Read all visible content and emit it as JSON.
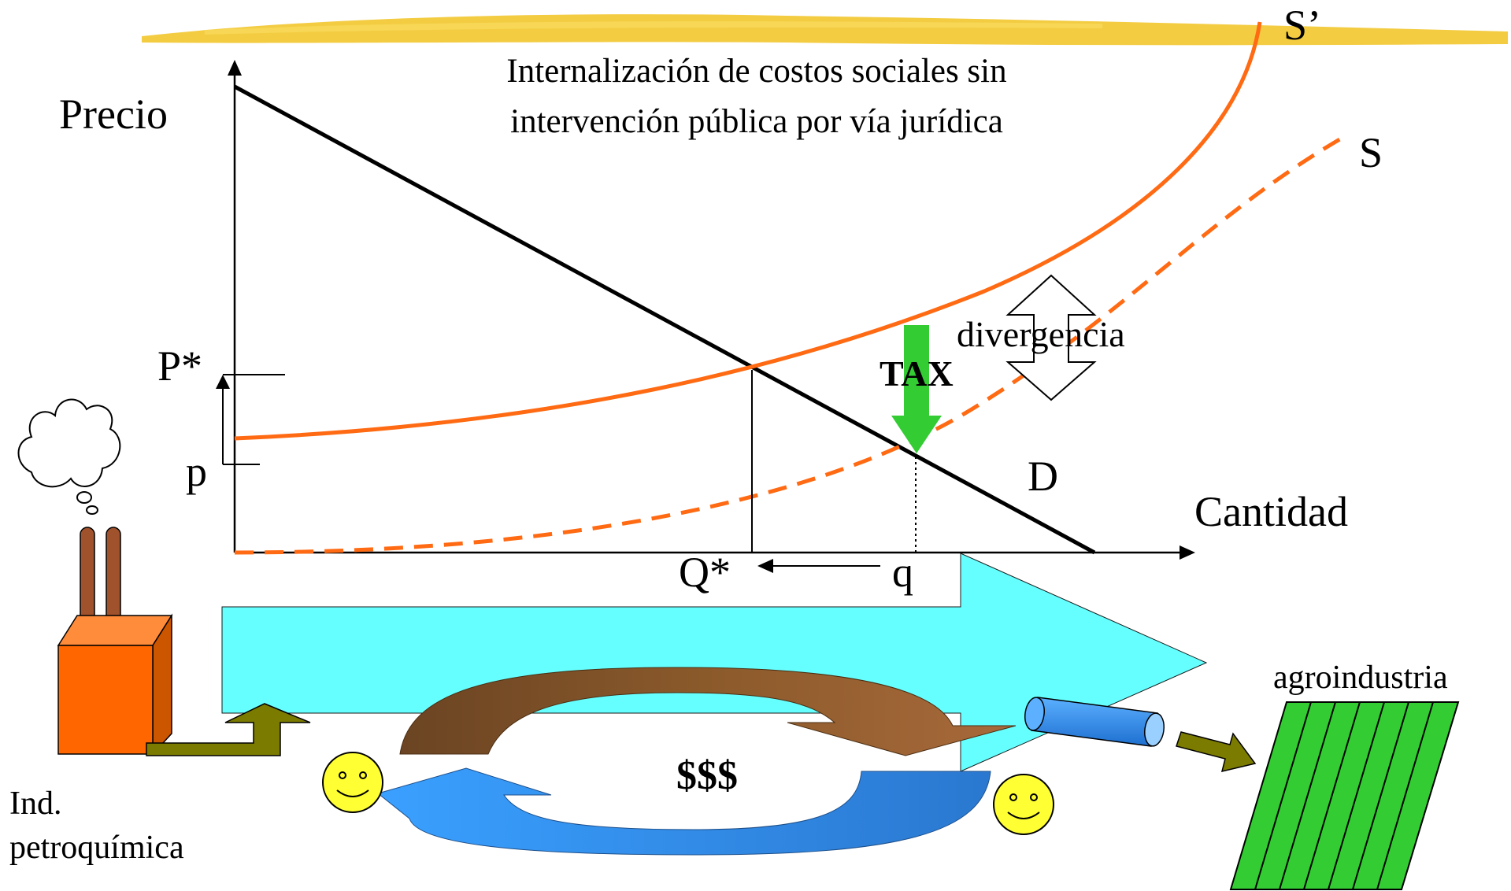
{
  "title_line1": "Internalización de costos sociales sin",
  "title_line2": "intervención pública por vía jurídica",
  "axes": {
    "y_label": "Precio",
    "x_label": "Cantidad"
  },
  "curve_labels": {
    "s_prime": "S’",
    "s": "S",
    "d": "D"
  },
  "points": {
    "p_star": "P*",
    "p_small": "p",
    "q_star": "Q*",
    "q_small": "q"
  },
  "annotations": {
    "divergencia": "divergencia",
    "tax": "TAX",
    "money": "$$$"
  },
  "actors": {
    "left_line1": "Ind.",
    "left_line2": "petroquímica",
    "right": "agroindustria"
  },
  "colors": {
    "supply": "#ff6a13",
    "demand": "#000000",
    "tax_arrow": "#33cc33",
    "flow_arrow": "#66ffff",
    "cycle_top": "#8b5a2b",
    "cycle_bottom": "#3b8fe8",
    "factory": "#ff6600",
    "field": "#33cc33",
    "highlight": "#f2c62e",
    "smiley": "#ffff33"
  }
}
